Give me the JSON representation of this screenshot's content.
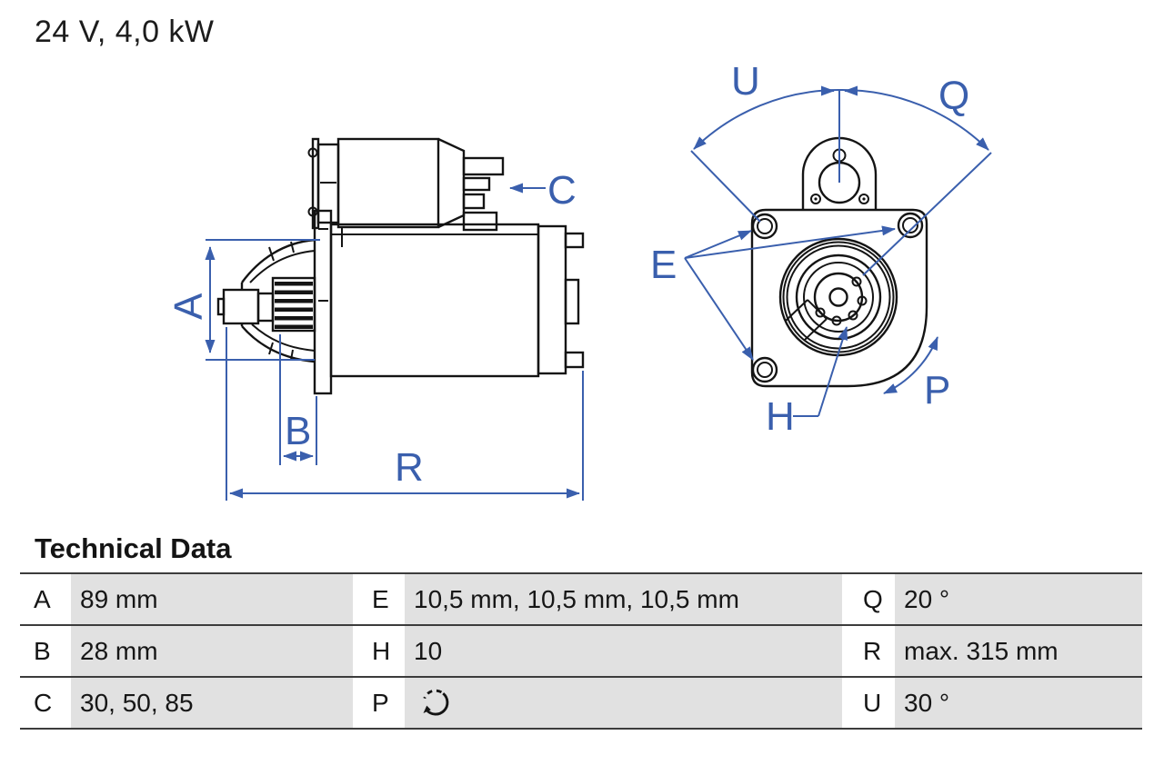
{
  "page": {
    "title": "24 V, 4,0 kW",
    "section_title": "Technical Data"
  },
  "colors": {
    "dimension_blue": "#3a5fad",
    "drawing_black": "#141414",
    "table_cell_gray": "#e1e1e1",
    "table_border_gray": "#3c3c3c"
  },
  "diagram": {
    "side_view": {
      "labels": {
        "a": "A",
        "b": "B",
        "c": "C",
        "r": "R"
      }
    },
    "front_view": {
      "labels": {
        "u": "U",
        "q": "Q",
        "e": "E",
        "h": "H",
        "p": "P"
      }
    }
  },
  "table": {
    "rows": [
      {
        "cells": [
          {
            "key": "A",
            "value": "89 mm"
          },
          {
            "key": "E",
            "value": "10,5 mm, 10,5 mm, 10,5 mm"
          },
          {
            "key": "Q",
            "value": "20 °"
          }
        ]
      },
      {
        "cells": [
          {
            "key": "B",
            "value": "28 mm"
          },
          {
            "key": "H",
            "value": "10"
          },
          {
            "key": "R",
            "value": "max. 315 mm"
          }
        ]
      },
      {
        "cells": [
          {
            "key": "C",
            "value": "30, 50, 85"
          },
          {
            "key": "P",
            "value": "",
            "icon": "rotation-direction-icon"
          },
          {
            "key": "U",
            "value": "30 °"
          }
        ]
      }
    ]
  }
}
